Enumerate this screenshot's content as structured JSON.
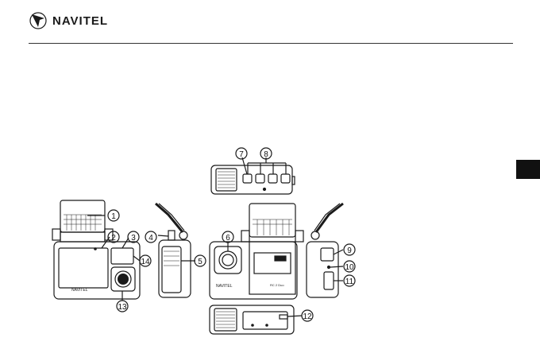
{
  "header": {
    "brand": "NAVITEL"
  },
  "diagram": {
    "callouts": [
      "1",
      "2",
      "3",
      "4",
      "5",
      "6",
      "7",
      "8",
      "9",
      "10",
      "11",
      "12",
      "13",
      "14"
    ],
    "brand_on_device": "NAVITEL",
    "model_label": "RC 2 Duo"
  },
  "colors": {
    "ink": "#1a1a1a",
    "accent_tab": "#111111"
  }
}
